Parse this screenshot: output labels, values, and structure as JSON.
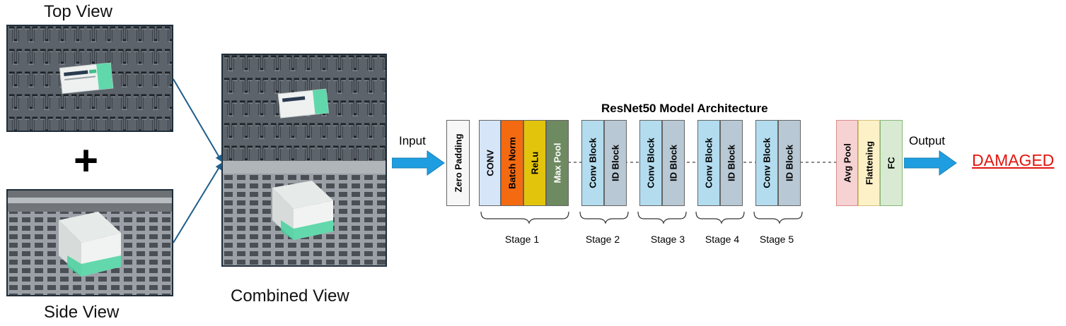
{
  "captions": {
    "top_view": "Top View",
    "side_view": "Side View",
    "combined_view": "Combined View",
    "plus": "+"
  },
  "diagram": {
    "title": "ResNet50 Model Architecture",
    "input_label": "Input",
    "output_label": "Output",
    "result": "DAMAGED",
    "zero_padding": "Zero Padding",
    "stage1_blocks": [
      "CONV",
      "Batch Norm",
      "ReLu",
      "Max Pool"
    ],
    "stage_blocks": [
      "Conv Block",
      "ID Block"
    ],
    "head_blocks": [
      "Avg Pool",
      "Flattening",
      "FC"
    ],
    "stages": [
      "Stage 1",
      "Stage 2",
      "Stage 3",
      "Stage 4",
      "Stage 5"
    ]
  },
  "colors": {
    "conv": "#d6e6f8",
    "batch_norm": "#f46a10",
    "relu": "#e3c40c",
    "max_pool": "#6e8a60",
    "conv_block": "#b3dcef",
    "id_block": "#b8c8d4",
    "avg_pool": "#f6d2d2",
    "flattening": "#fdf1c8",
    "fc": "#d8ebd2",
    "arrow": "#1e9ee0",
    "result": "#e3150e"
  }
}
